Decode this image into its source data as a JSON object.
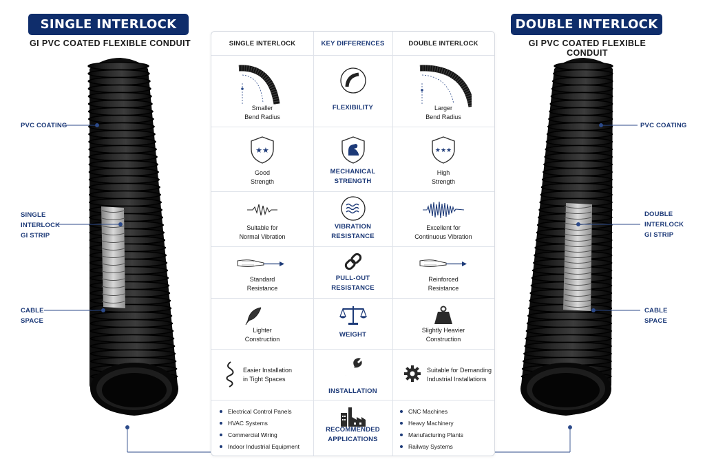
{
  "left": {
    "title": "SINGLE INTERLOCK",
    "subtitle": "GI PVC COATED FLEXIBLE CONDUIT",
    "callouts": {
      "pvc": "PVC COATING",
      "strip": [
        "SINGLE",
        "INTERLOCK",
        "GI STRIP"
      ],
      "cable": [
        "CABLE",
        "SPACE"
      ]
    }
  },
  "right": {
    "title": "DOUBLE INTERLOCK",
    "subtitle": "GI PVC COATED FLEXIBLE CONDUIT",
    "callouts": {
      "pvc": "PVC COATING",
      "strip": [
        "DOUBLE",
        "INTERLOCK",
        "GI STRIP"
      ],
      "cable": [
        "CABLE",
        "SPACE"
      ]
    }
  },
  "table": {
    "headers": [
      "SINGLE INTERLOCK",
      "KEY DIFFERENCES",
      "DOUBLE INTERLOCK"
    ],
    "rows": [
      {
        "key": [
          "FLEXIBILITY"
        ],
        "single": [
          "Smaller",
          "Bend Radius"
        ],
        "double": [
          "Larger",
          "Bend Radius"
        ],
        "icons": [
          "conduit-bend-icon",
          "curve-icon",
          "conduit-bend-icon"
        ]
      },
      {
        "key": [
          "MECHANICAL",
          "STRENGTH"
        ],
        "single": [
          "Good",
          "Strength"
        ],
        "double": [
          "High",
          "Strength"
        ],
        "icons": [
          "shield-two-stars-icon",
          "shield-arm-icon",
          "shield-three-stars-icon"
        ]
      },
      {
        "key": [
          "VIBRATION",
          "RESISTANCE"
        ],
        "single": [
          "Suitable for",
          "Normal Vibration"
        ],
        "double": [
          "Excellent for",
          "Continuous Vibration"
        ],
        "icons": [
          "wave-small-icon",
          "vibration-circle-icon",
          "wave-large-icon"
        ]
      },
      {
        "key": [
          "PULL-OUT",
          "RESISTANCE"
        ],
        "single": [
          "Standard",
          "Resistance"
        ],
        "double": [
          "Reinforced",
          "Resistance"
        ],
        "icons": [
          "pull-arrow-icon",
          "chain-link-icon",
          "pull-arrow-icon"
        ]
      },
      {
        "key": [
          "WEIGHT"
        ],
        "single": [
          "Lighter",
          "Construction"
        ],
        "double": [
          "Slightly Heavier",
          "Construction"
        ],
        "icons": [
          "feather-icon",
          "balance-scale-icon",
          "weight-icon"
        ]
      },
      {
        "key": [
          "INSTALLATION"
        ],
        "single": [
          "Easier Installation",
          "in Tight Spaces"
        ],
        "double": [
          "Suitable for Demanding",
          "Industrial Installations"
        ],
        "icons": [
          "snake-cable-icon",
          "wrench-icon",
          "gear-icon"
        ]
      }
    ],
    "applications": {
      "key": [
        "RECOMMENDED",
        "APPLICATIONS"
      ],
      "single": [
        "Electrical Control Panels",
        "HVAC Systems",
        "Commercial Wiring",
        "Indoor Industrial Equipment"
      ],
      "double": [
        "CNC Machines",
        "Heavy Machinery",
        "Manufacturing Plants",
        "Railway Systems"
      ],
      "icon": "factory-icon"
    }
  },
  "colors": {
    "navy": "#0f2d6b",
    "accent": "#1d3a78",
    "conduit": "#141414"
  }
}
